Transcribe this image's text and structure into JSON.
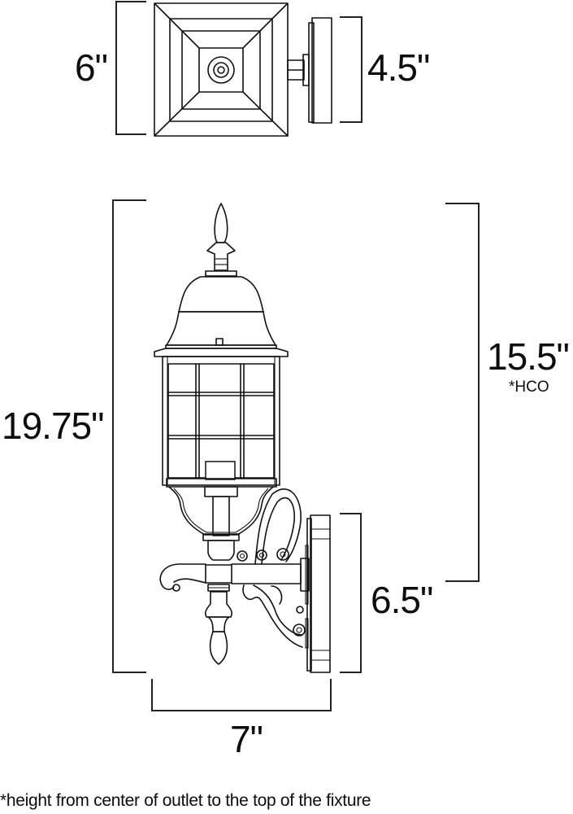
{
  "diagram": {
    "subject": "Outdoor wall-mount lantern fixture dimension drawing",
    "top_view": {
      "width_label": "6\"",
      "backplate_label": "4.5\""
    },
    "side_view": {
      "overall_height_label": "19.75\"",
      "hco_label": "15.5\"",
      "hco_tag": "*HCO",
      "backplate_height_label": "6.5\"",
      "extension_label": "7\""
    },
    "footnote": "*height from center of outlet to the top of the fixture",
    "colors": {
      "line": "#111111",
      "background": "#ffffff"
    }
  }
}
